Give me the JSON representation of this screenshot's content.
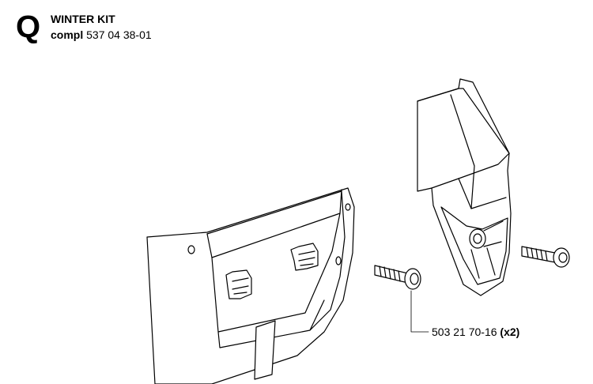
{
  "header": {
    "section_letter": "Q",
    "title": "WINTER KIT",
    "compl_label": "compl",
    "compl_number": "537 04 38-01"
  },
  "parts": [
    {
      "number": "503 21 70-16",
      "quantity": "(x2)"
    }
  ]
}
